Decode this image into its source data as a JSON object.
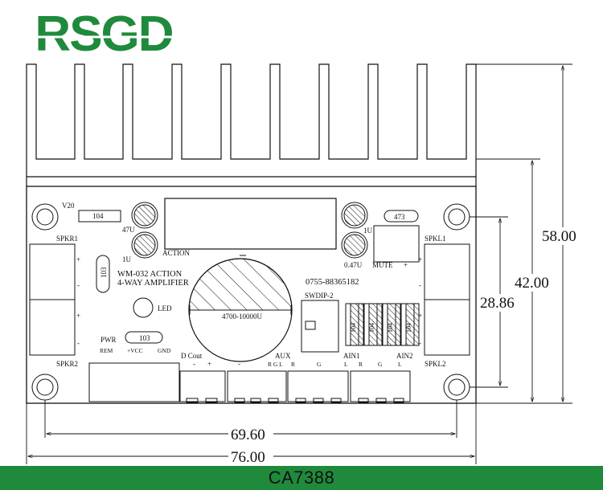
{
  "brand": {
    "logo_text": "RSGD",
    "color": "#1f8a3c"
  },
  "footer": {
    "model": "CA7388",
    "color": "#1f8a3c"
  },
  "board": {
    "title_line1": "WM-032 ACTION",
    "title_line2": "4-WAY AMPLIFIER",
    "phone": "0755-88365182",
    "v20": "V20",
    "res_104_top": "104",
    "res_473": "473",
    "res_103_vertical": "103",
    "res_103_pwr": "103",
    "cap_47u": "47U",
    "cap_action": "ACTION",
    "cap_1u_left": "1U",
    "cap_1u_right": "1U",
    "cap_047u": "0.47U",
    "main_cap": "4700-10000U",
    "mute": "MUTE",
    "plus": "+",
    "minus": "-",
    "led": "LED",
    "swdip": "SWDIP-2",
    "spkr1": "SPKR1",
    "spkr2": "SPKR2",
    "spkl1": "SPKL1",
    "spkl2": "SPKL2",
    "pwr": "PWR",
    "rem": "REM",
    "vcc": "+VCC",
    "gnd": "GND",
    "dcout": "D Cout",
    "aux": "AUX",
    "ain1": "AIN1",
    "ain2": "AIN2",
    "aux_pins": "R G L",
    "pin_l": "L",
    "pin_r": "R",
    "pin_g": "G",
    "caps_104": [
      "104",
      "104",
      "104",
      "104"
    ]
  },
  "dimensions": {
    "width_inner": "69.60",
    "width_outer": "76.00",
    "height_total": "58.00",
    "height_board": "42.00",
    "height_holes": "28.86"
  }
}
